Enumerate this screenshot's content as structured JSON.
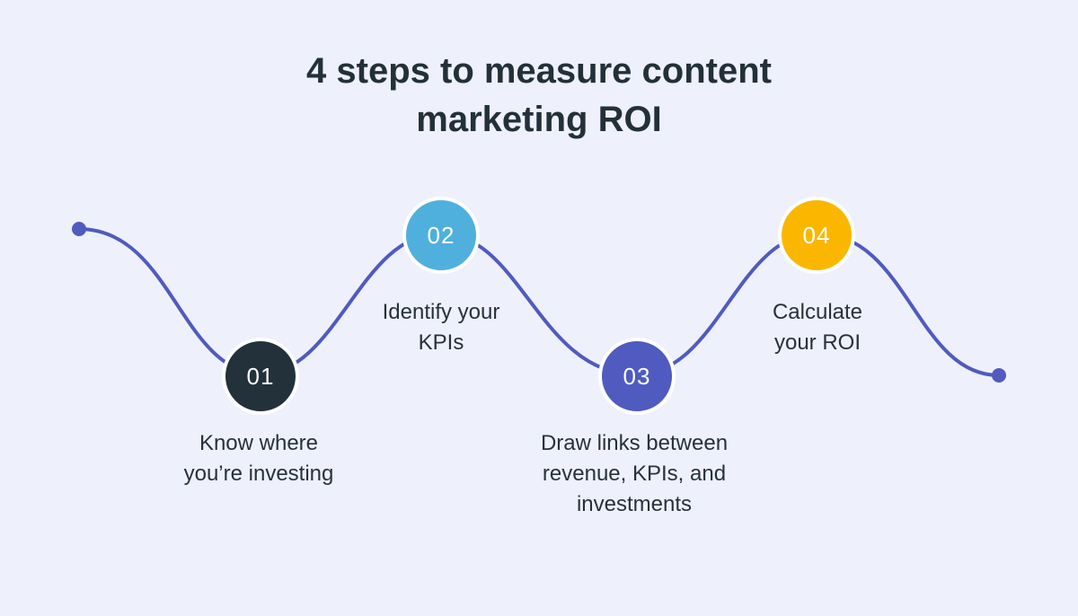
{
  "title": {
    "line1": "4 steps to measure content",
    "line2": "marketing ROI"
  },
  "colors": {
    "background": "#eef0fc",
    "wave": "#4f5bbf",
    "text": "#23303a"
  },
  "steps": [
    {
      "number": "01",
      "color": "#23313b",
      "label_lines": [
        "Know where",
        "you’re investing"
      ]
    },
    {
      "number": "02",
      "color": "#4fb0de",
      "label_lines": [
        "Identify your",
        "KPIs"
      ]
    },
    {
      "number": "03",
      "color": "#4f5bbf",
      "label_lines": [
        "Draw links between",
        "revenue, KPIs, and",
        "investments"
      ]
    },
    {
      "number": "04",
      "color": "#fbb600",
      "label_lines": [
        "Calculate",
        "your ROI"
      ]
    }
  ]
}
